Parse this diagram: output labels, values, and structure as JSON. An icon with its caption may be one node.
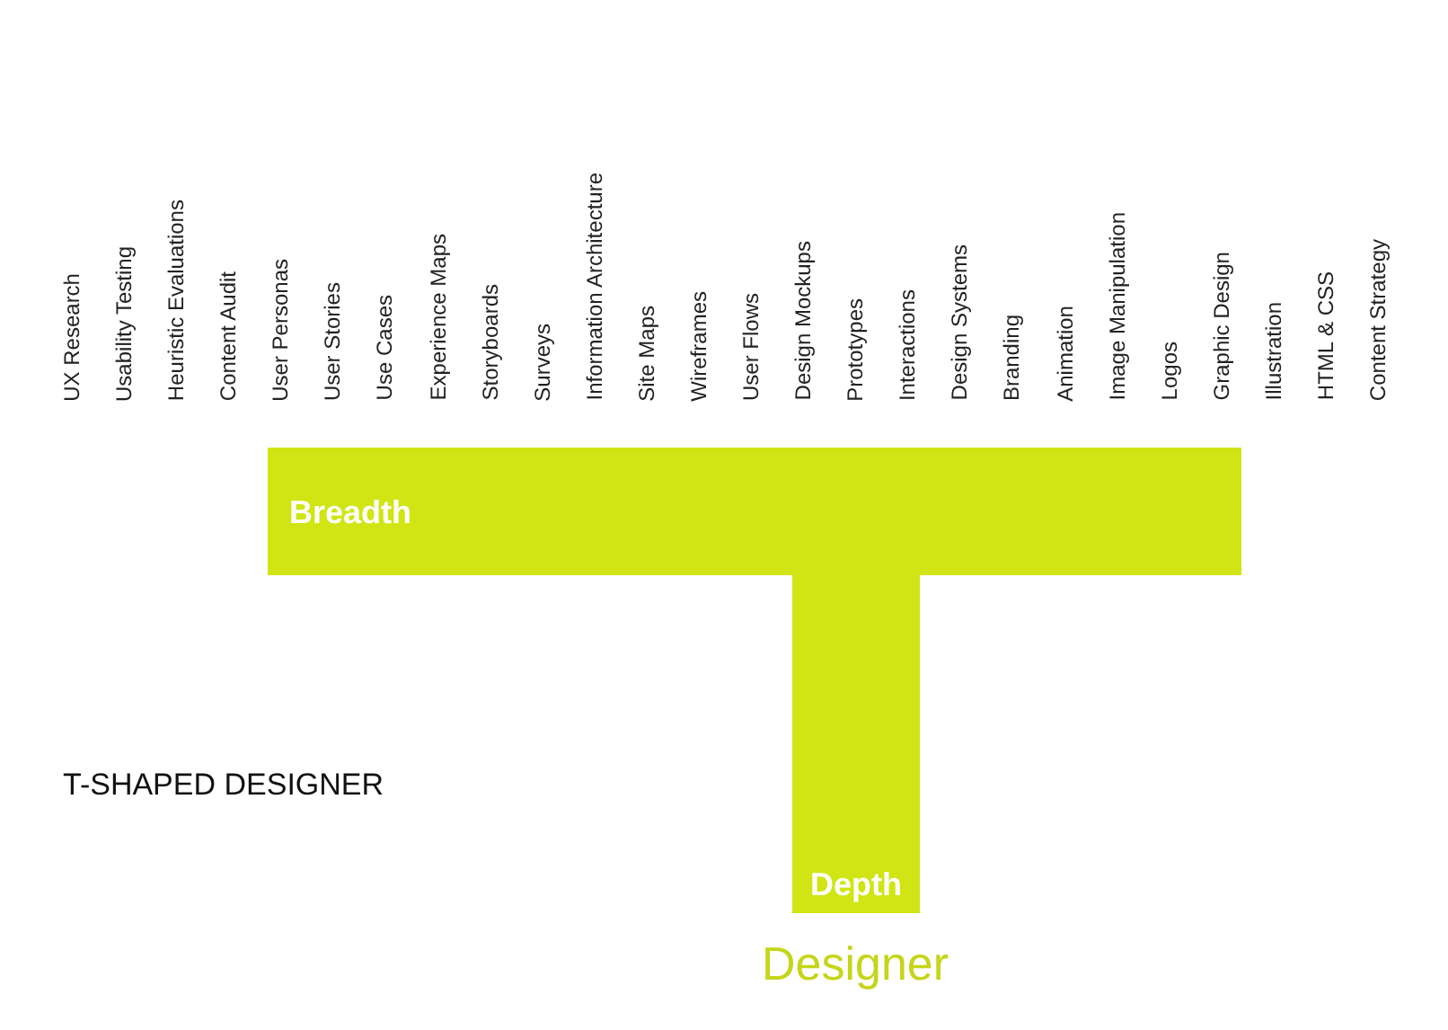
{
  "diagram": {
    "title": "T-SHAPED DESIGNER",
    "caption": "Designer",
    "nodes": [
      {
        "text": [
          "Breadth"
        ]
      },
      {
        "text": [
          "Depth"
        ]
      }
    ],
    "labels": [
      "UX Research",
      "Usability Testing",
      "Heuristic Evaluations",
      "Content Audit",
      "User Personas",
      "User Stories",
      "Use Cases",
      "Experience Maps",
      "Storyboards",
      "Surveys",
      "Information Architecture",
      "Site Maps",
      "Wireframes",
      "User Flows",
      "Design Mockups",
      "Prototypes",
      "Interactions",
      "Design Systems",
      "Branding",
      "Animation",
      "Image Manipulation",
      "Logos",
      "Graphic Design",
      "Illustration",
      "HTML & CSS",
      "Content Strategy"
    ]
  }
}
